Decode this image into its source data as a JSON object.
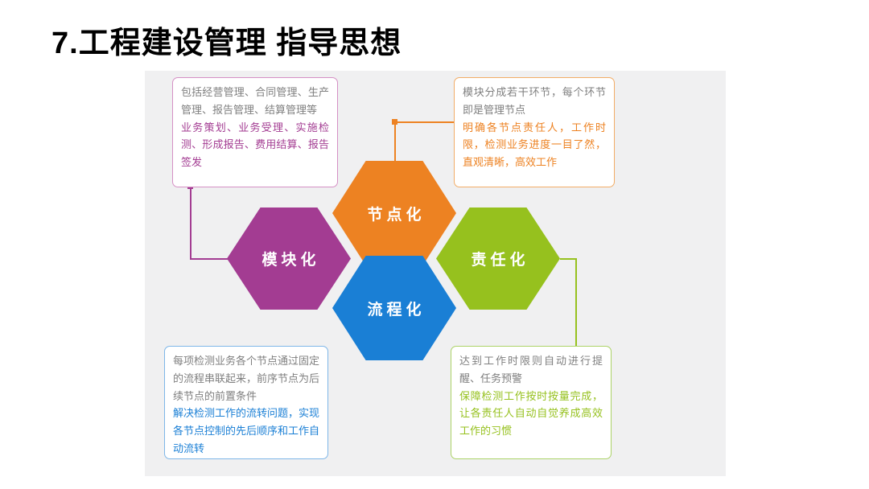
{
  "title": "7.工程建设管理 指导思想",
  "colors": {
    "node": "#ED8222",
    "module": "#A33C92",
    "duty": "#96C11E",
    "flow": "#1A7FD5",
    "gray": "#7F7F7F",
    "panel": "#F0F0F1"
  },
  "hexagons": {
    "node": {
      "label": "节点化"
    },
    "module": {
      "label": "模块化"
    },
    "duty": {
      "label": "责任化"
    },
    "flow": {
      "label": "流程化"
    }
  },
  "callouts": {
    "module": {
      "summary": "包括经营管理、合同管理、生产管理、报告管理、结算管理等",
      "detail": "业务策划、业务受理、实施检测、形成报告、费用结算、报告签发"
    },
    "node": {
      "summary": "模块分成若干环节，每个环节即是管理节点",
      "detail": "明确各节点责任人，工作时限，检测业务进度一目了然，直观清晰，高效工作"
    },
    "flow": {
      "summary": "每项检测业务各个节点通过固定的流程串联起来，前序节点为后续节点的前置条件",
      "detail": "解决检测工作的流转问题，实现各节点控制的先后顺序和工作自动流转"
    },
    "duty": {
      "summary": "达到工作时限则自动进行提醒、任务预警",
      "detail": "保障检测工作按时按量完成，让各责任人自动自觉养成高效工作的习惯"
    }
  }
}
